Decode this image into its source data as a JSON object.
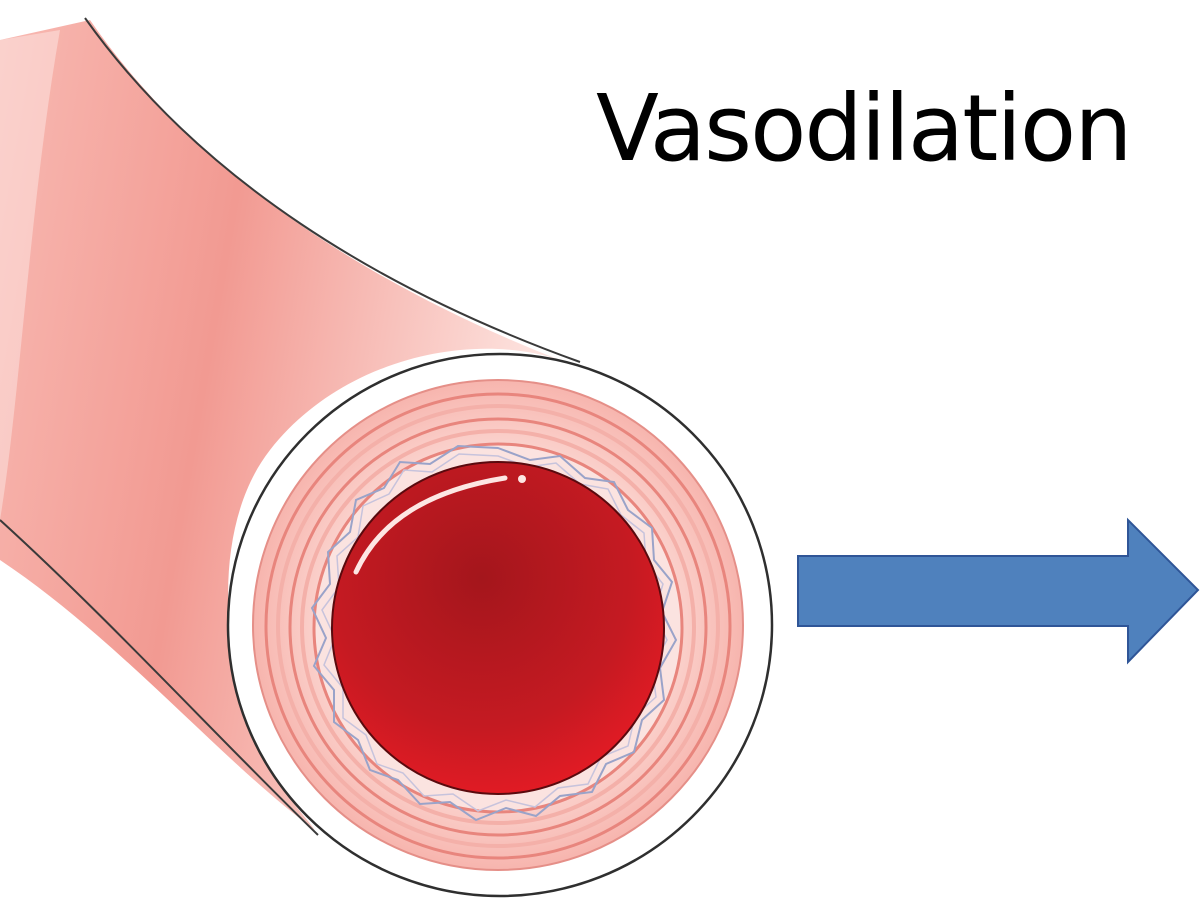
{
  "slide": {
    "title": "Vasodilation"
  },
  "illustration": {
    "subject": "blood-vessel-cross-section"
  },
  "arrow": {
    "direction": "right"
  },
  "colors": {
    "arrow_fill": "#4f81bd",
    "arrow_stroke": "#2f5597",
    "lumen": "#c41a22",
    "vessel_wall": "#f4a19a",
    "outline": "#3a3a3a"
  }
}
